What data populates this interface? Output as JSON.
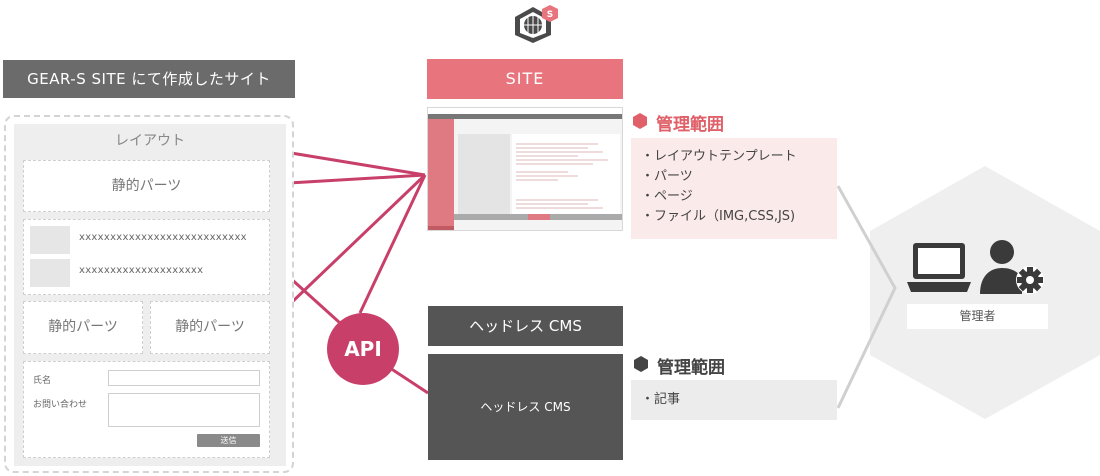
{
  "left_panel": {
    "title": "GEAR-S SITE にて作成したサイト",
    "layout_label": "レイアウト",
    "static_part_1": "静的パーツ",
    "list_rows": [
      "xxxxxxxxxxxxxxxxxxxxxxxxxxx",
      "xxxxxxxxxxxxxxxxxxxx"
    ],
    "static_part_2": "静的パーツ",
    "static_part_3": "静的パーツ",
    "form": {
      "name_label": "氏名",
      "inquiry_label": "お問い合わせ",
      "submit_label": "送信"
    }
  },
  "site": {
    "label": "SITE",
    "scope_title": "管理範囲",
    "scope_items": [
      "・レイアウトテンプレート",
      "・パーツ",
      "・ページ",
      "・ファイル（IMG,CSS,JS)"
    ]
  },
  "api": {
    "label": "API"
  },
  "cms": {
    "label": "ヘッドレス CMS",
    "box_label": "ヘッドレス CMS",
    "scope_title": "管理範囲",
    "scope_items": [
      "・記事"
    ]
  },
  "admin": {
    "label": "管理者"
  },
  "colors": {
    "site_pink": "#e8747d",
    "api_magenta": "#c8406a",
    "cms_gray": "#555555",
    "hex_bg": "#efefef"
  },
  "icons": [
    "gear-s-logo-icon",
    "laptop-icon",
    "user-gear-icon"
  ]
}
